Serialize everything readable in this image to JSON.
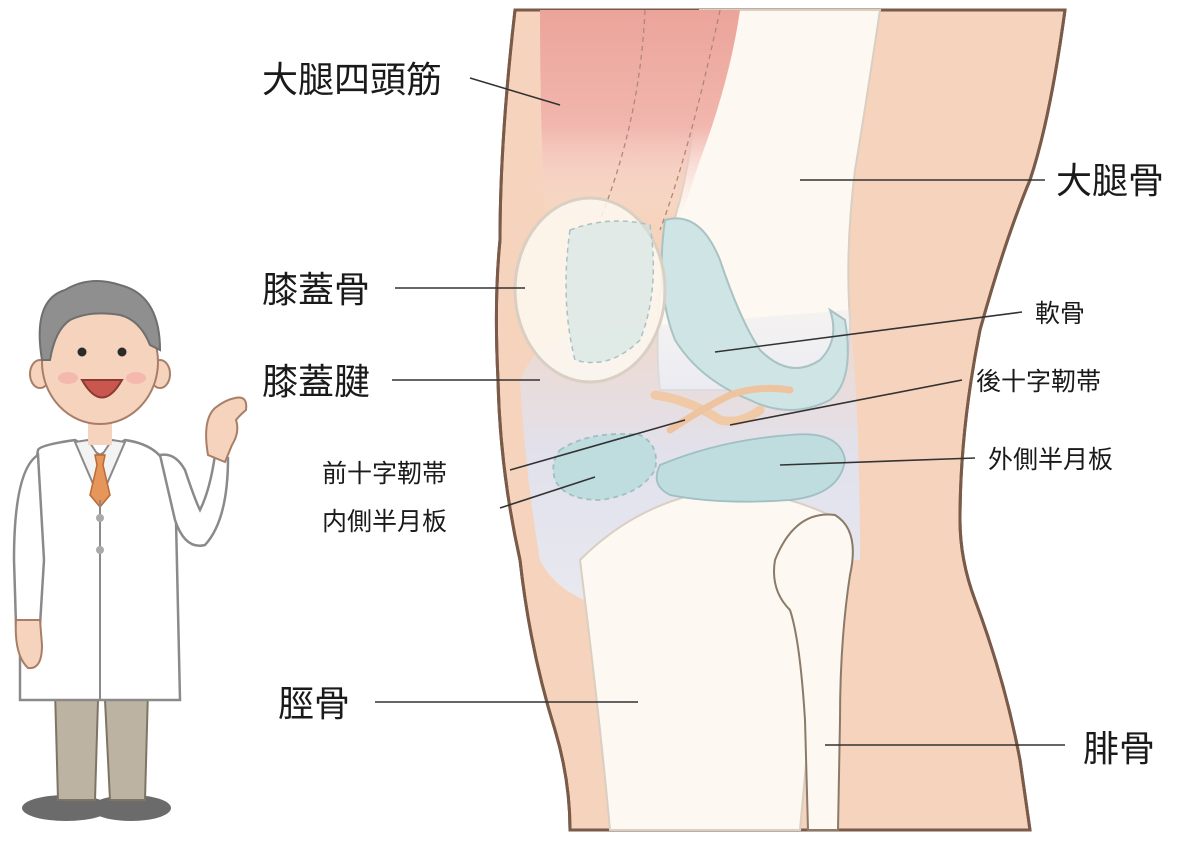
{
  "labels": {
    "quadriceps": "大腿四頭筋",
    "femur": "大腿骨",
    "patella": "膝蓋骨",
    "cartilage": "軟骨",
    "patellar_tendon": "膝蓋腱",
    "pcl": "後十字靭帯",
    "acl": "前十字靭帯",
    "lateral_meniscus": "外側半月板",
    "medial_meniscus": "内側半月板",
    "tibia": "脛骨",
    "fibula": "腓骨"
  },
  "colors": {
    "skin": "#f6d3bd",
    "outline": "#7a5a48",
    "muscle": "#eba49a",
    "bone": "#fdf8f1",
    "cartilage": "#cfe4e4",
    "meniscus": "#bfdcdf",
    "ligament": "#f0c9a6",
    "shadow_blue": "#dfe3f2",
    "coat": "#ffffff",
    "tie": "#e6965a",
    "pants": "#bdb3a3",
    "shoes": "#6b6b6b",
    "hair": "#8f8f8f"
  },
  "icons": {
    "doctor": "doctor-illustration",
    "knee": "knee-anatomy-illustration"
  }
}
